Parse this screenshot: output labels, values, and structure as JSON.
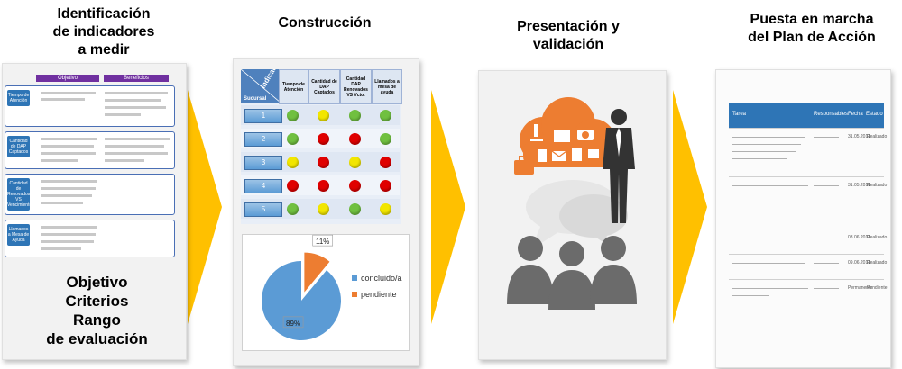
{
  "stages": [
    {
      "title_lines": [
        "Identificación",
        "de indicadores",
        "a medir"
      ]
    },
    {
      "title_lines": [
        "Construcción"
      ]
    },
    {
      "title_lines": [
        "Presentación y",
        "validación"
      ]
    },
    {
      "title_lines": [
        "Puesta en marcha",
        "del Plan de Acción"
      ]
    }
  ],
  "panel1": {
    "headers": [
      "Objetivo",
      "Beneficios"
    ],
    "rows": [
      {
        "label": "Tiempo de Atención"
      },
      {
        "label": "Cantidad de DAP Captados"
      },
      {
        "label": "Cantidad de Renovados VS Vencimiento"
      },
      {
        "label": "Llamados a Mesa de Ayuda"
      }
    ],
    "summary_lines": [
      "Objetivo",
      "Criterios",
      "Rango",
      "de evaluación"
    ]
  },
  "panel2": {
    "indicator_label": "Indicador",
    "row_axis_label": "Sucursal",
    "columns": [
      "Tiempo de Atención",
      "Cantidad de DAP Captados",
      "Cantidad DAP Renovados VS Vcto.",
      "Llamados a mesa de ayuda"
    ],
    "rows": [
      {
        "num": "1",
        "status": [
          "green",
          "yellow",
          "green",
          "green"
        ]
      },
      {
        "num": "2",
        "status": [
          "green",
          "red",
          "red",
          "green"
        ]
      },
      {
        "num": "3",
        "status": [
          "yellow",
          "red",
          "yellow",
          "red"
        ]
      },
      {
        "num": "4",
        "status": [
          "red",
          "red",
          "red",
          "red"
        ]
      },
      {
        "num": "5",
        "status": [
          "green",
          "yellow",
          "green",
          "yellow"
        ]
      }
    ],
    "status_colors": {
      "green": "#70c040",
      "yellow": "#f2e600",
      "red": "#e00000"
    }
  },
  "chart_data": {
    "type": "pie",
    "slices": [
      {
        "label": "concluido/a",
        "value": 89,
        "display": "89%",
        "color": "#5b9bd5"
      },
      {
        "label": "pendiente",
        "value": 11,
        "display": "11%",
        "color": "#ed7d31"
      }
    ],
    "legend_position": "right"
  },
  "panel3": {
    "icons": [
      "briefcase-icon",
      "microscope-icon",
      "fax-icon",
      "camera-icon",
      "calculator-icon",
      "mail-icon",
      "document-icon",
      "tools-icon",
      "businessman-icon",
      "audience-icon",
      "speech-bubble-icon"
    ],
    "accent_color": "#ed7d31"
  },
  "panel4": {
    "headers": [
      "Tarea",
      "Responsables",
      "Fecha",
      "Estado"
    ],
    "rows": [
      {
        "fecha": "31.05.2011",
        "estado": "Realizado"
      },
      {
        "fecha": "31.05.2011",
        "estado": "Realizado"
      },
      {
        "fecha": "03.06.2011",
        "estado": "Realizado"
      },
      {
        "fecha": "09.06.2011",
        "estado": "Realizado"
      },
      {
        "fecha": "Permanente",
        "estado": "Pendiente"
      }
    ],
    "header_color": "#2e75b6"
  },
  "colors": {
    "arrow": "#ffc000",
    "panel_bg": "#f2f2f2"
  }
}
